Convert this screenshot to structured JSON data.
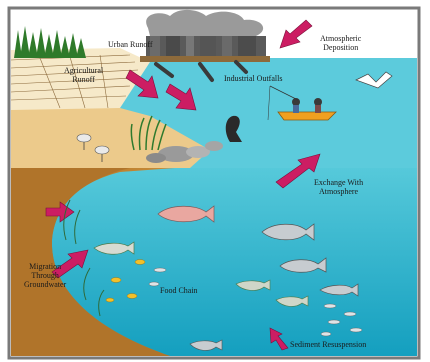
{
  "labels": {
    "urban_runoff": "Urban Runoff",
    "atmospheric_deposition_line1": "Atmospheric",
    "atmospheric_deposition_line2": "Deposition",
    "agricultural_runoff_line1": "Agricultural",
    "agricultural_runoff_line2": "Runoff",
    "industrial_outfalls": "Industrial Outfalls",
    "exchange_with_atmosphere_line1": "Exchange With",
    "exchange_with_atmosphere_line2": "Atmosphere",
    "migration_line1": "Migration",
    "migration_line2": "Through",
    "migration_line3": "Groundwater",
    "food_chain": "Food Chain",
    "sediment_resuspension": "Sediment Resuspension"
  },
  "colors": {
    "sky": "#ffffff",
    "water_surface": "#4cc3d6",
    "water_deep": "#1aa6c4",
    "sediment": "#b87a2a",
    "sand": "#e9c98a",
    "pollution_arrow": "#c8185a",
    "frame": "#808080"
  }
}
